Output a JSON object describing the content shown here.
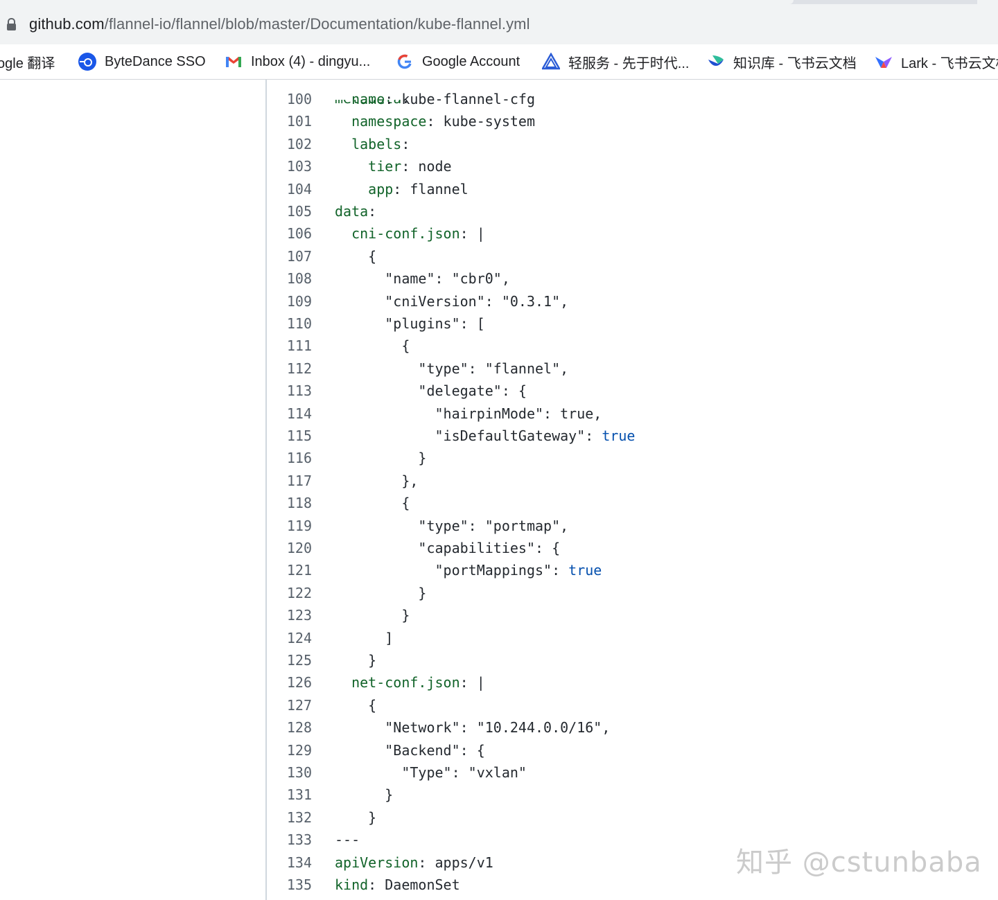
{
  "browser": {
    "url_host": "github.com",
    "url_path": "/flannel-io/flannel/blob/master/Documentation/kube-flannel.yml"
  },
  "bookmarks": [
    {
      "label": "ogle 翻译",
      "icon": "google-translate-icon"
    },
    {
      "label": "ByteDance SSO",
      "icon": "bytedance-sso-icon"
    },
    {
      "label": "Inbox (4) - dingyu...",
      "icon": "gmail-icon"
    },
    {
      "label": "Google Account",
      "icon": "google-icon"
    },
    {
      "label": "轻服务 - 先于时代...",
      "icon": "qingfuwu-icon"
    },
    {
      "label": "知识库 - 飞书云文档",
      "icon": "feishu-docs-icon"
    },
    {
      "label": "Lark - 飞书云文档",
      "icon": "lark-icon"
    }
  ],
  "code": {
    "lines": [
      {
        "n": "100",
        "parts": [
          [
            "  ",
            ""
          ],
          [
            "name",
            "k"
          ],
          [
            ": kube-flannel-cfg",
            ""
          ]
        ]
      },
      {
        "n": "101",
        "parts": [
          [
            "  ",
            ""
          ],
          [
            "namespace",
            "k"
          ],
          [
            ": kube-system",
            ""
          ]
        ]
      },
      {
        "n": "102",
        "parts": [
          [
            "  ",
            ""
          ],
          [
            "labels",
            "k"
          ],
          [
            ":",
            ""
          ]
        ]
      },
      {
        "n": "103",
        "parts": [
          [
            "    ",
            ""
          ],
          [
            "tier",
            "k"
          ],
          [
            ": node",
            ""
          ]
        ]
      },
      {
        "n": "104",
        "parts": [
          [
            "    ",
            ""
          ],
          [
            "app",
            "k"
          ],
          [
            ": flannel",
            ""
          ]
        ]
      },
      {
        "n": "105",
        "parts": [
          [
            "data",
            "k"
          ],
          [
            ":",
            ""
          ]
        ]
      },
      {
        "n": "106",
        "parts": [
          [
            "  ",
            ""
          ],
          [
            "cni-conf.json",
            "k"
          ],
          [
            ": |",
            ""
          ]
        ]
      },
      {
        "n": "107",
        "parts": [
          [
            "    {",
            ""
          ]
        ]
      },
      {
        "n": "108",
        "parts": [
          [
            "      \"name\": \"cbr0\",",
            ""
          ]
        ]
      },
      {
        "n": "109",
        "parts": [
          [
            "      \"cniVersion\": \"0.3.1\",",
            ""
          ]
        ]
      },
      {
        "n": "110",
        "parts": [
          [
            "      \"plugins\": [",
            ""
          ]
        ]
      },
      {
        "n": "111",
        "parts": [
          [
            "        {",
            ""
          ]
        ]
      },
      {
        "n": "112",
        "parts": [
          [
            "          \"type\": \"flannel\",",
            ""
          ]
        ]
      },
      {
        "n": "113",
        "parts": [
          [
            "          \"delegate\": {",
            ""
          ]
        ]
      },
      {
        "n": "114",
        "parts": [
          [
            "            \"hairpinMode\": true,",
            ""
          ]
        ]
      },
      {
        "n": "115",
        "parts": [
          [
            "            \"isDefaultGateway\": ",
            ""
          ],
          [
            "true",
            "b"
          ]
        ]
      },
      {
        "n": "116",
        "parts": [
          [
            "          }",
            ""
          ]
        ]
      },
      {
        "n": "117",
        "parts": [
          [
            "        },",
            ""
          ]
        ]
      },
      {
        "n": "118",
        "parts": [
          [
            "        {",
            ""
          ]
        ]
      },
      {
        "n": "119",
        "parts": [
          [
            "          \"type\": \"portmap\",",
            ""
          ]
        ]
      },
      {
        "n": "120",
        "parts": [
          [
            "          \"capabilities\": {",
            ""
          ]
        ]
      },
      {
        "n": "121",
        "parts": [
          [
            "            \"portMappings\": ",
            ""
          ],
          [
            "true",
            "b"
          ]
        ]
      },
      {
        "n": "122",
        "parts": [
          [
            "          }",
            ""
          ]
        ]
      },
      {
        "n": "123",
        "parts": [
          [
            "        }",
            ""
          ]
        ]
      },
      {
        "n": "124",
        "parts": [
          [
            "      ]",
            ""
          ]
        ]
      },
      {
        "n": "125",
        "parts": [
          [
            "    }",
            ""
          ]
        ]
      },
      {
        "n": "126",
        "parts": [
          [
            "  ",
            ""
          ],
          [
            "net-conf.json",
            "k"
          ],
          [
            ": |",
            ""
          ]
        ]
      },
      {
        "n": "127",
        "parts": [
          [
            "    {",
            ""
          ]
        ]
      },
      {
        "n": "128",
        "parts": [
          [
            "      \"Network\": \"10.244.0.0/16\",",
            ""
          ]
        ]
      },
      {
        "n": "129",
        "parts": [
          [
            "      \"Backend\": {",
            ""
          ]
        ]
      },
      {
        "n": "130",
        "parts": [
          [
            "        \"Type\": \"vxlan\"",
            ""
          ]
        ]
      },
      {
        "n": "131",
        "parts": [
          [
            "      }",
            ""
          ]
        ]
      },
      {
        "n": "132",
        "parts": [
          [
            "    }",
            ""
          ]
        ]
      },
      {
        "n": "133",
        "parts": [
          [
            "---",
            ""
          ]
        ]
      },
      {
        "n": "134",
        "parts": [
          [
            "apiVersion",
            "k"
          ],
          [
            ": apps/v1",
            ""
          ]
        ]
      },
      {
        "n": "135",
        "parts": [
          [
            "kind",
            "k"
          ],
          [
            ": DaemonSet",
            ""
          ]
        ]
      }
    ]
  },
  "watermark": "知乎 @cstunbaba",
  "colors": {
    "key": "#116329",
    "boolean": "#0550ae",
    "line_number": "#57606a",
    "text": "#24292f"
  }
}
